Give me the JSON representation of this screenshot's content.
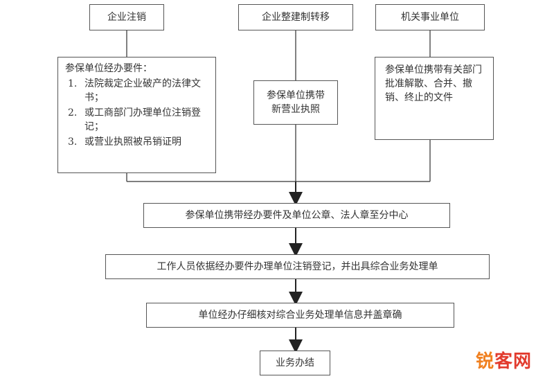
{
  "top": {
    "enterprise_cancel": "企业注销",
    "enterprise_restructure": "企业整建制转移",
    "institution": "机关事业单位"
  },
  "left_box": {
    "title": "参保单位经办要件：",
    "items": [
      {
        "num": "1.",
        "text": "法院裁定企业破产的法律文书；"
      },
      {
        "num": "2.",
        "text": "或工商部门办理单位注销登记；"
      },
      {
        "num": "3.",
        "text": "或营业执照被吊销证明"
      }
    ]
  },
  "middle_box": {
    "text": "参保单位携带新营业执照"
  },
  "right_box": {
    "text": "参保单位携带有关部门批准解散、合并、撤销、终止的文件"
  },
  "steps": [
    "参保单位携带经办要件及单位公章、法人章至分中心",
    "工作人员依据经办要件办理单位注销登记，并出具综合业务处理单",
    "单位经办仔细核对综合业务处理单信息并盖章确",
    "业务办结"
  ],
  "logo": {
    "part1": "锐",
    "part2": "客",
    "part3": "网"
  }
}
